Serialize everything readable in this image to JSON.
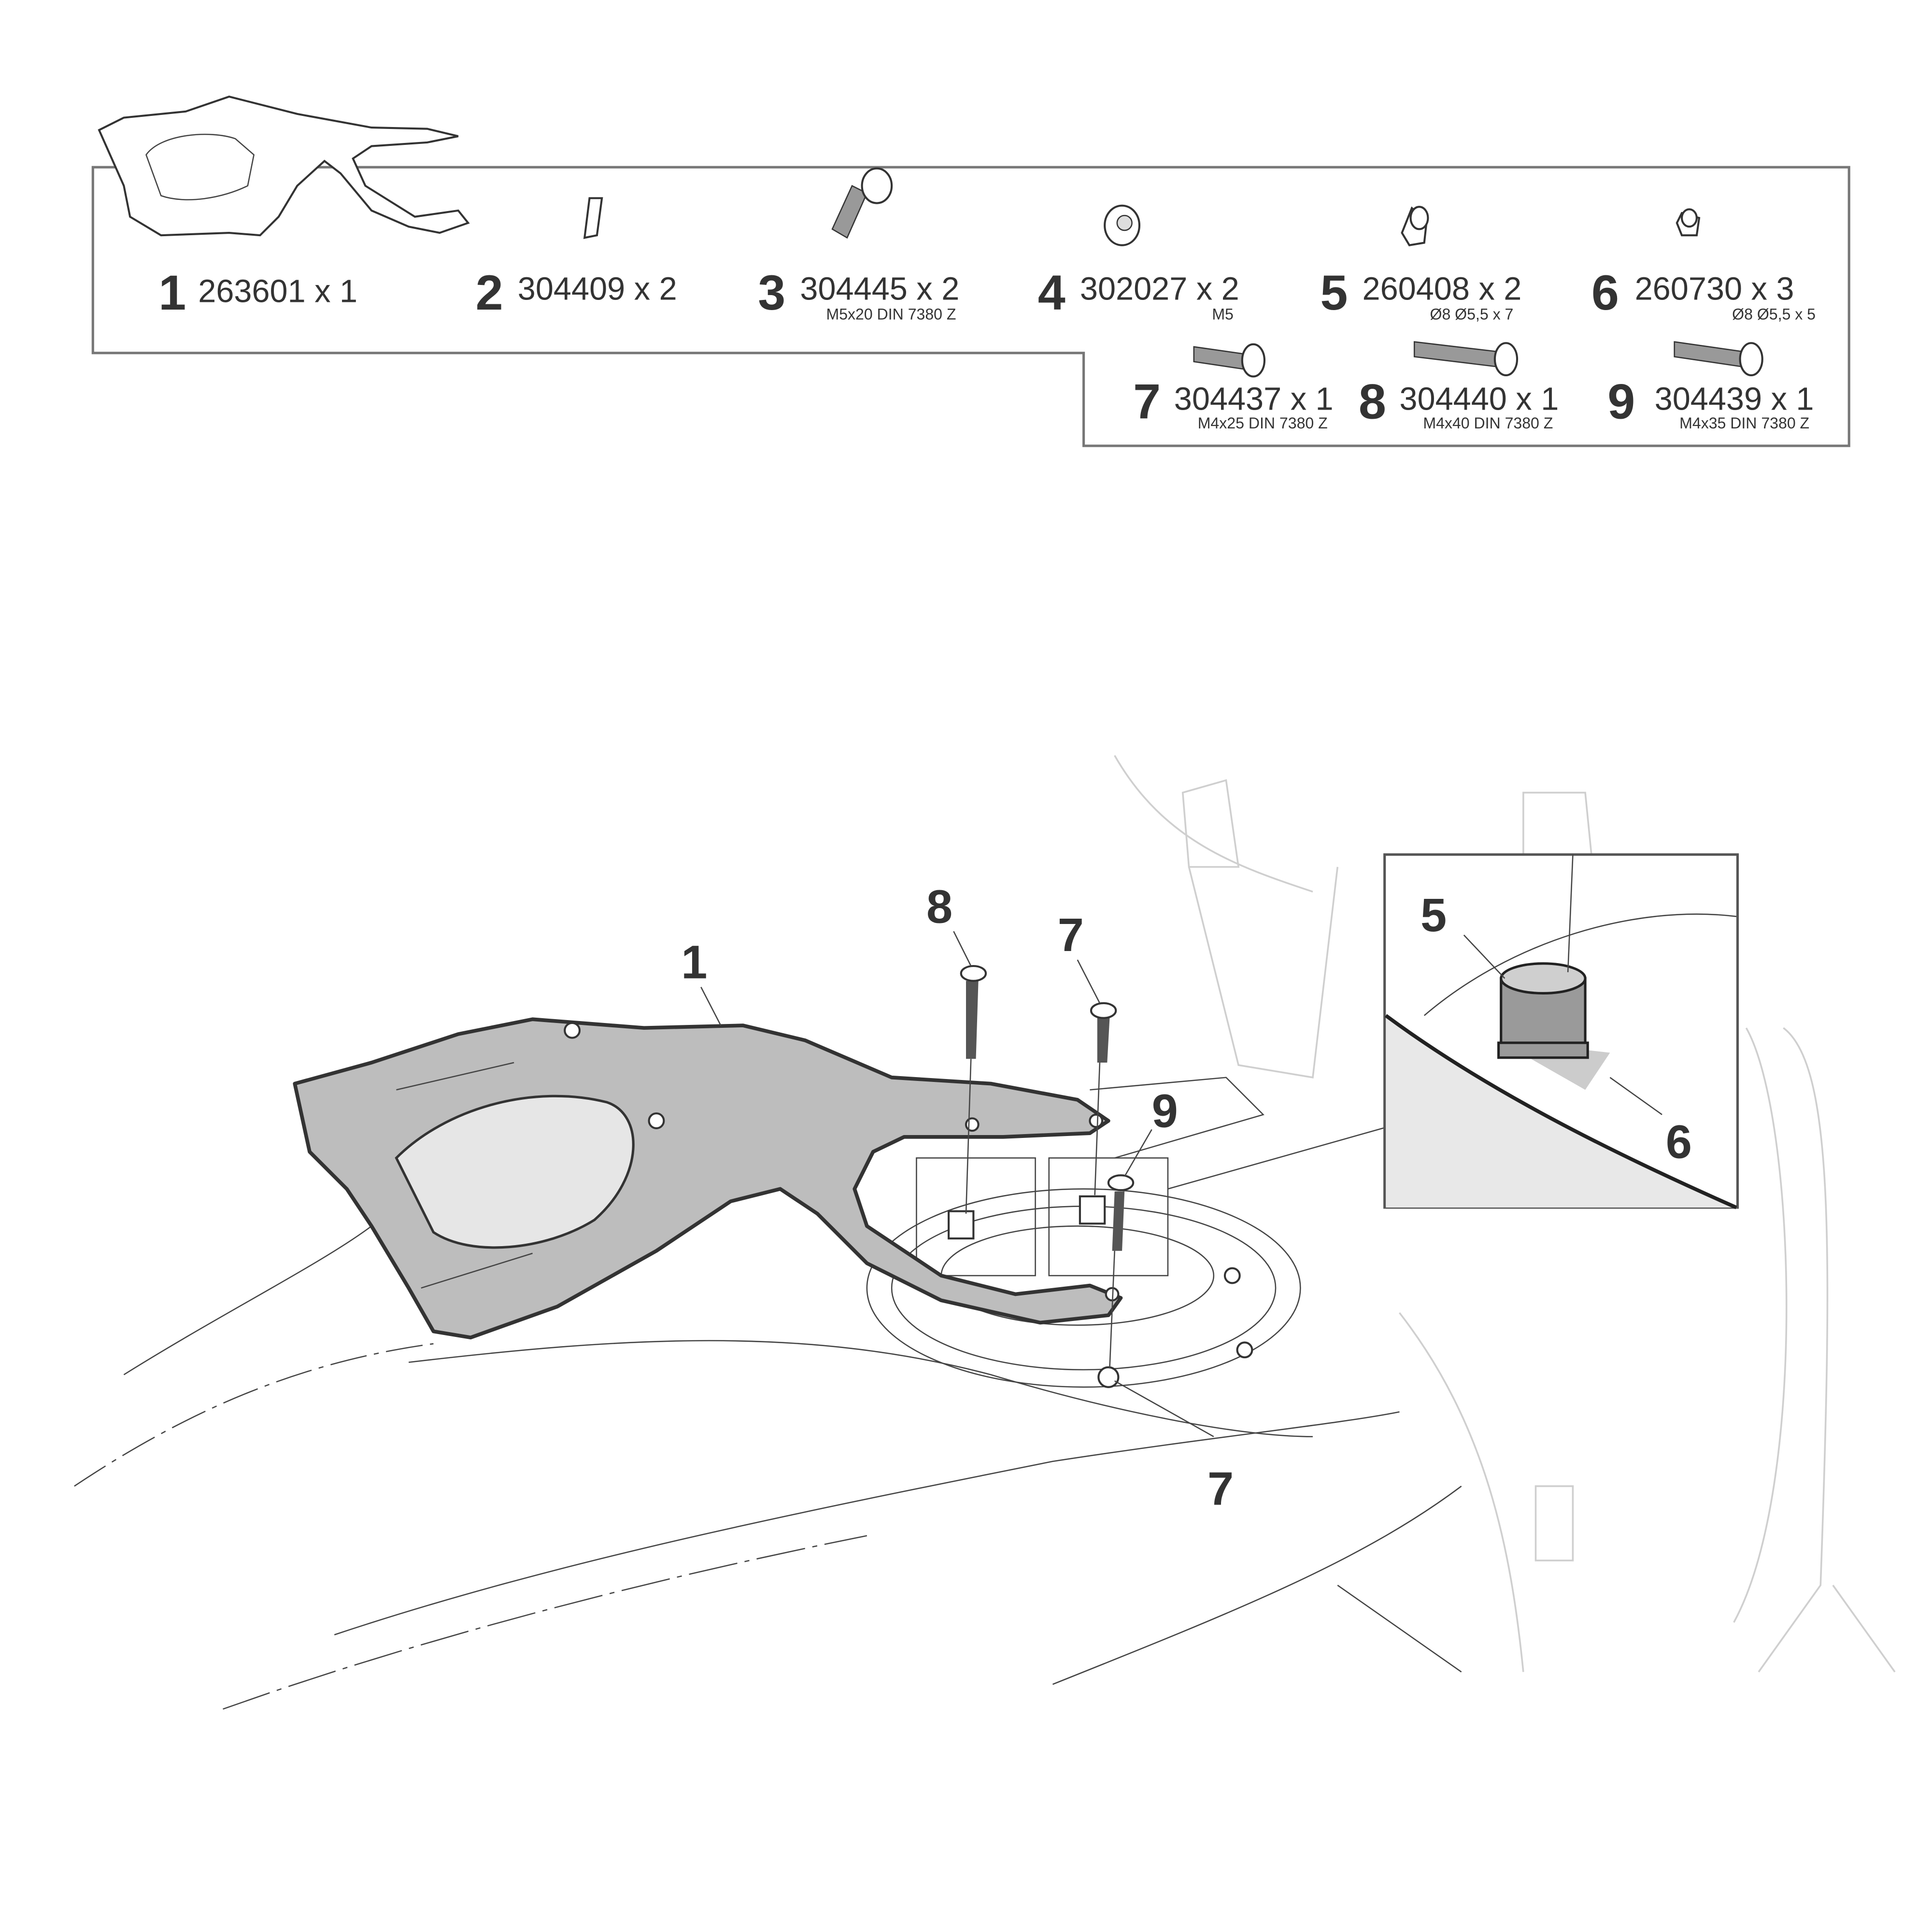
{
  "parts_list": [
    {
      "index": "1",
      "code": "263601 x 1",
      "spec": ""
    },
    {
      "index": "2",
      "code": "304409 x 2",
      "spec": ""
    },
    {
      "index": "3",
      "code": "304445 x 2",
      "spec": "M5x20 DIN 7380 Z"
    },
    {
      "index": "4",
      "code": "302027 x 2",
      "spec": "M5"
    },
    {
      "index": "5",
      "code": "260408 x 2",
      "spec": "Ø8 Ø5,5 x 7"
    },
    {
      "index": "6",
      "code": "260730 x 3",
      "spec": "Ø8 Ø5,5 x 5"
    },
    {
      "index": "7",
      "code": "304437 x 1",
      "spec": "M4x25 DIN 7380 Z"
    },
    {
      "index": "8",
      "code": "304440 x 1",
      "spec": "M4x40 DIN 7380 Z"
    },
    {
      "index": "9",
      "code": "304439 x 1",
      "spec": "M4x35 DIN 7380 Z"
    }
  ],
  "callouts": {
    "bracket": "1",
    "bolt_long": "8",
    "bolt_short": "7",
    "bolt_mid": "9",
    "lower_hole": "7",
    "inset_spacer_top": "5",
    "inset_spacer_bottom": "6"
  },
  "colors": {
    "part_fill": "#bdbdbd",
    "line": "#333333",
    "box": "#777777"
  }
}
